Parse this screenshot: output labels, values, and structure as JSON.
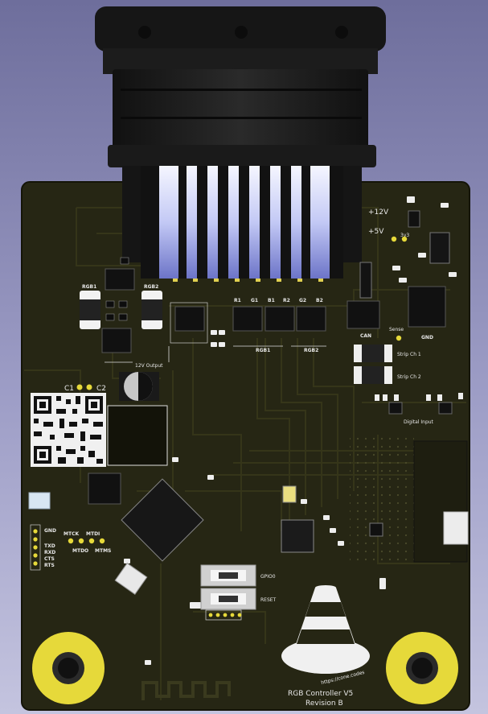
{
  "board": {
    "title": "RGB Controller V5",
    "revision": "Revision B",
    "url": "https://cone.codes"
  },
  "labels": {
    "rgb1": "RGB1",
    "rgb2": "RGB2",
    "out_12v": "12V Output",
    "c1": "C1",
    "c2": "C2",
    "r1": "R1",
    "g1": "G1",
    "b1": "B1",
    "r2": "R2",
    "g2": "G2",
    "b2": "B2",
    "grp_rgb1": "RGB1",
    "grp_rgb2": "RGB2",
    "can": "CAN",
    "sense": "Sense",
    "gnd_right": "GND",
    "strip1": "Strip Ch 1",
    "strip2": "Strip Ch 2",
    "digital_input": "Digital Input",
    "v12": "+12V",
    "v5": "+5V",
    "v33": "3v3",
    "gnd": "GND",
    "txd": "TXD",
    "rxd": "RXD",
    "cts": "CTS",
    "rts": "RTS",
    "mtck": "MTCK",
    "mtdi": "MTDI",
    "mtdo": "MTDO",
    "mtms": "MTMS",
    "gpio0": "GPIO0",
    "reset": "RESET"
  },
  "colors": {
    "pcb": "#262614",
    "pcb_edge": "#1c1c0e",
    "trace": "#33331b",
    "silkscreen": "#e8e8e8",
    "pad_gold": "#e6d93a",
    "connector": "#1e1e1e",
    "pin_blue": "#c6cdf7"
  }
}
